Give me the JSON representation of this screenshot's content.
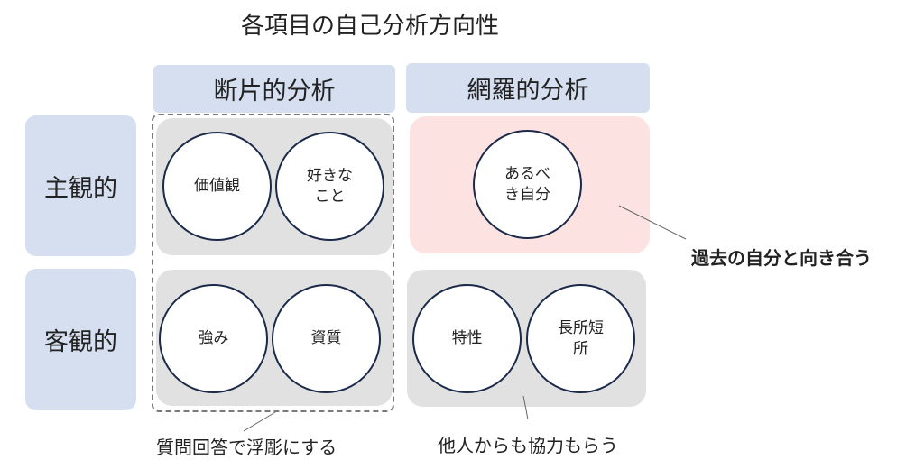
{
  "title": "各項目の自己分析方向性",
  "columns": [
    "断片的分析",
    "網羅的分析"
  ],
  "rows": [
    "主観的",
    "客観的"
  ],
  "cells": {
    "subjective_fragment": [
      "価値観",
      "好きな\nこと"
    ],
    "subjective_comprehensive": [
      "あるべ\nき自分"
    ],
    "objective_fragment": [
      "強み",
      "資質"
    ],
    "objective_comprehensive": [
      "特性",
      "長所短\n所"
    ]
  },
  "notes": {
    "past_self": "過去の自分と向き合う",
    "qa": "質問回答で浮彫にする",
    "others": "他人からも協力もらう"
  },
  "colors": {
    "header_fill": "#d6dff0",
    "cell_gray": "#e1e1e1",
    "cell_pink": "#fde2e2",
    "circle_stroke": "#1b2a4a"
  }
}
